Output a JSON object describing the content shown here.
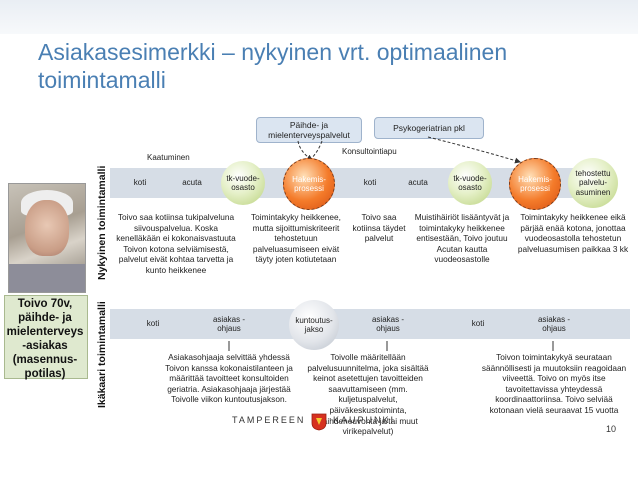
{
  "title": "Asiakasesimerkki – nykyinen vrt. optimaalinen toimintamalli",
  "labels": {
    "current": "Nykyinen toimintamalli",
    "elderly": "Ikäkaari toimintamalli"
  },
  "person": "Toivo 70v, päihde- ja mielenterveys -asiakas (masennus-potilas)",
  "top_boxes": {
    "substance": "Päihde- ja mielenterveyspalvelut",
    "psychogeriatric": "Psykogeriatrian pkl"
  },
  "small_labels": {
    "kaatuminen": "Kaatuminen",
    "konsultointiapu": "Konsultointiapu"
  },
  "row1": {
    "koti1": "koti",
    "acuta1": "acuta",
    "tk1": "tk-vuode-osasto",
    "hak1": "Hakemis-prosessi",
    "koti2": "koti",
    "acuta2": "acuta",
    "tk2": "tk-vuode-osasto",
    "hak2": "Hakemis-prosessi",
    "tehost": "tehostettu palvelu-asuminen"
  },
  "row1_desc": {
    "d1": "Toivo saa kotiinsa tukipalveluna siivouspalvelua. Koska kenelläkään ei kokonaisvastuuta Toivon kotona selviämisestä, palvelut eivät kohtaa tarvetta ja kunto heikkenee",
    "d2": "Toimintakyky heikkenee,  mutta sijoittumiskriteerit tehostetuun palveluasumiseen eivät täyty joten kotiutetaan",
    "d3": "Toivo saa kotiinsa täydet palvelut",
    "d4": "Muistihäiriöt lisääntyvät ja toimintakyky heikkenee entisestään,  Toivo joutuu Acutan kautta vuodeosastolle",
    "d5": "Toimintakyky heikkenee eikä pärjää enää kotona, jonottaa vuodeosastolla tehostetun palveluasumisen paikkaa 3 kk"
  },
  "row2": {
    "koti1": "koti",
    "ao1": "asiakas -ohjaus",
    "kunt": "kuntoutus-jakso",
    "ao2": "asiakas -ohjaus",
    "koti2": "koti",
    "ao3": "asiakas -ohjaus"
  },
  "row2_desc": {
    "d1": "Asiakasohjaaja selvittää yhdessä Toivon kanssa kokonaistilanteen ja määrittää tavoitteet konsultoiden geriatria. Asiakasohjaaja järjestää Toivolle viikon kuntoutusjakson.",
    "d2": "Toivolle määritellään palvelusuunnitelma, joka sisältää keinot asetettujen tavoitteiden saavuttamiseen (mm. kuljetuspalvelut, päiväkeskustoiminta, päihdeneuvonta ja/tai muut virikepalvelut)",
    "d3": "Toivon toimintakykyä seurataan säännöllisesti ja muutoksiin reagoidaan viiveettä. Toivo on myös itse tavoitettavissa yhteydessä koordinaattoriinsa. Toivo selviää kotonaan vielä seuraavat 15 vuotta"
  },
  "footer": {
    "city_left": "TAMPEREEN",
    "city_right": "KAUPUNKI",
    "page": "10"
  }
}
